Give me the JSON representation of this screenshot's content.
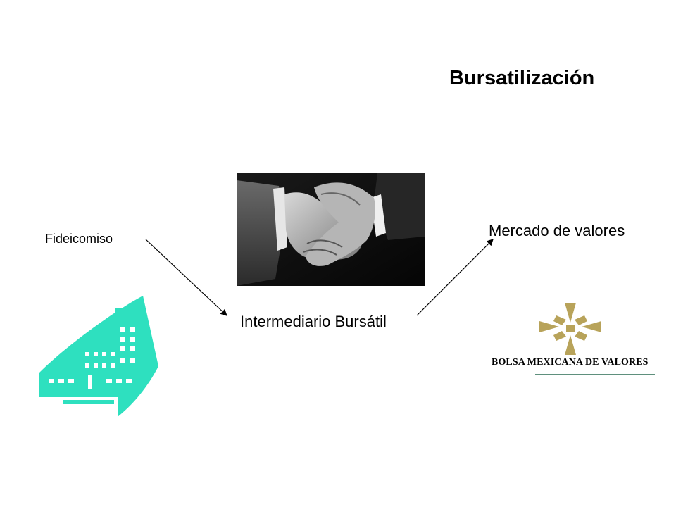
{
  "title": "Bursatilización",
  "nodes": {
    "fideicomiso": "Fideicomiso",
    "intermediario": "Intermediario Bursátil",
    "mercado": "Mercado de valores"
  },
  "logo": {
    "bmv_text": "BOLSA MEXICANA DE VALORES",
    "gold_color": "#b8a35a",
    "line_color": "#2a6b52"
  },
  "icons": {
    "building_color": "#2ee0bf",
    "photo": "handshake-photo"
  }
}
